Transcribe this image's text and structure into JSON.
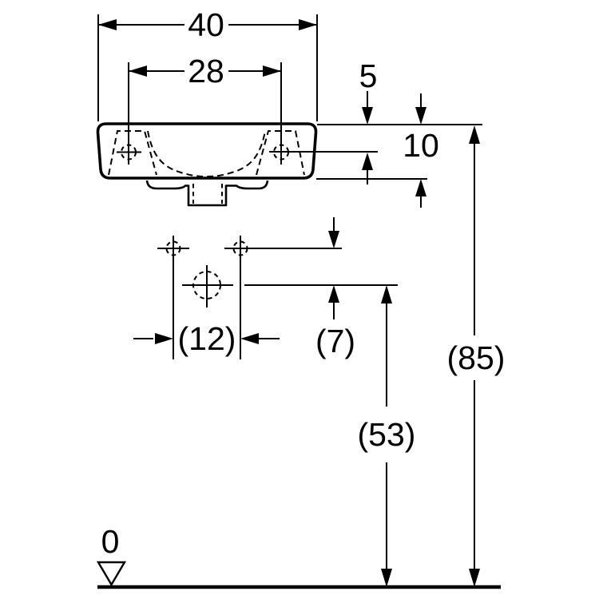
{
  "drawing": {
    "title": "washbasin-technical-dimension-drawing",
    "units_note": "dimensions in cm, parenthesised = reference",
    "colors": {
      "line": "#000000",
      "background": "#ffffff"
    },
    "dimensions": {
      "overall_width": "40",
      "tap_hole_spacing": "28",
      "rim_to_tap_hole": "5",
      "rim_to_lower_edge": "10",
      "fixing_hole_spacing": "(12)",
      "fixing_to_drain": "(7)",
      "drain_outlet_height": "(53)",
      "rim_height": "(85)",
      "floor_datum": "0"
    }
  }
}
